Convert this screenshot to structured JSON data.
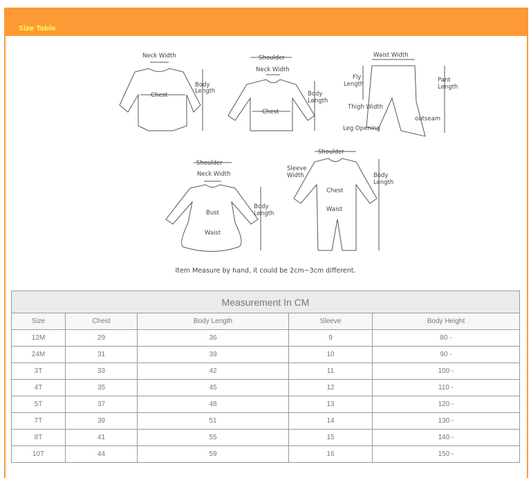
{
  "header": {
    "title": "Size Table"
  },
  "diagram": {
    "labels": {
      "neck_width": "Neck Width",
      "body": "Body",
      "length": "Length",
      "chest": "Chest",
      "shoulder": "Shoulder",
      "waist_width": "Waist Width",
      "fly": "Fly",
      "pant": "Pant",
      "thigh_width": "Thigh Width",
      "leg_opening": "Leg Opening",
      "outseam": "outseam",
      "sleeve": "Sleeve",
      "width": "Width",
      "bust": "Bust",
      "waist": "Waist"
    },
    "note": "Item Measure by hand, it could be 2cm~3cm different."
  },
  "table": {
    "title": "Measurement In CM",
    "columns": [
      "Size",
      "Chest",
      "Body Length",
      "Sleeve",
      "Body Height"
    ],
    "rows": [
      [
        "12M",
        "29",
        "36",
        "9",
        "80 -"
      ],
      [
        "24M",
        "31",
        "39",
        "10",
        "90 -"
      ],
      [
        "3T",
        "33",
        "42",
        "11",
        "100 -"
      ],
      [
        "4T",
        "35",
        "45",
        "12",
        "110 -"
      ],
      [
        "5T",
        "37",
        "48",
        "13",
        "120 -"
      ],
      [
        "7T",
        "39",
        "51",
        "14",
        "130 -"
      ],
      [
        "8T",
        "41",
        "55",
        "15",
        "140 -"
      ],
      [
        "10T",
        "44",
        "59",
        "16",
        "150 -"
      ]
    ]
  }
}
